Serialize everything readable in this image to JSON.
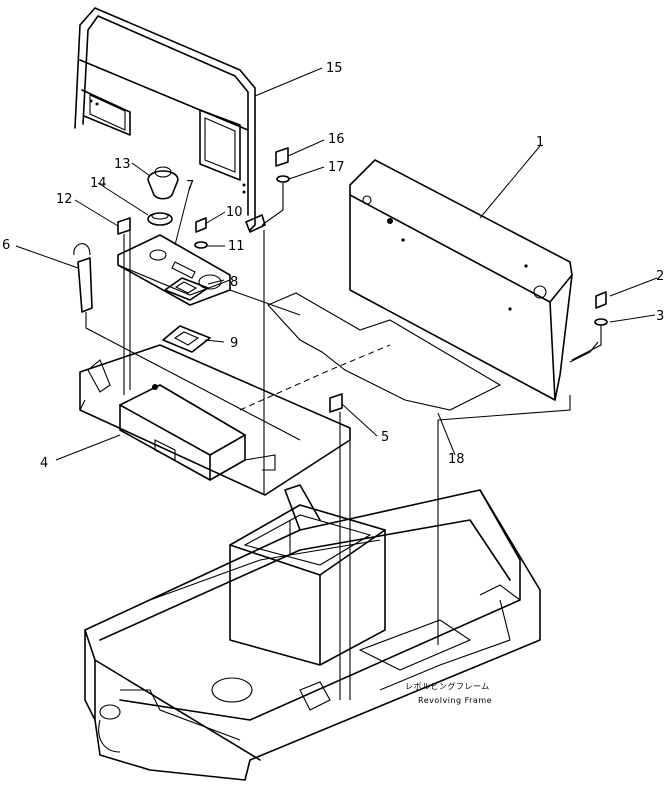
{
  "diagram": {
    "caption_jp": "レボルビングフレーム",
    "caption_en": "Revolving Frame",
    "callouts": [
      "1",
      "2",
      "3",
      "4",
      "5",
      "6",
      "7",
      "8",
      "9",
      "10",
      "11",
      "12",
      "13",
      "14",
      "15",
      "16",
      "17",
      "18"
    ]
  }
}
